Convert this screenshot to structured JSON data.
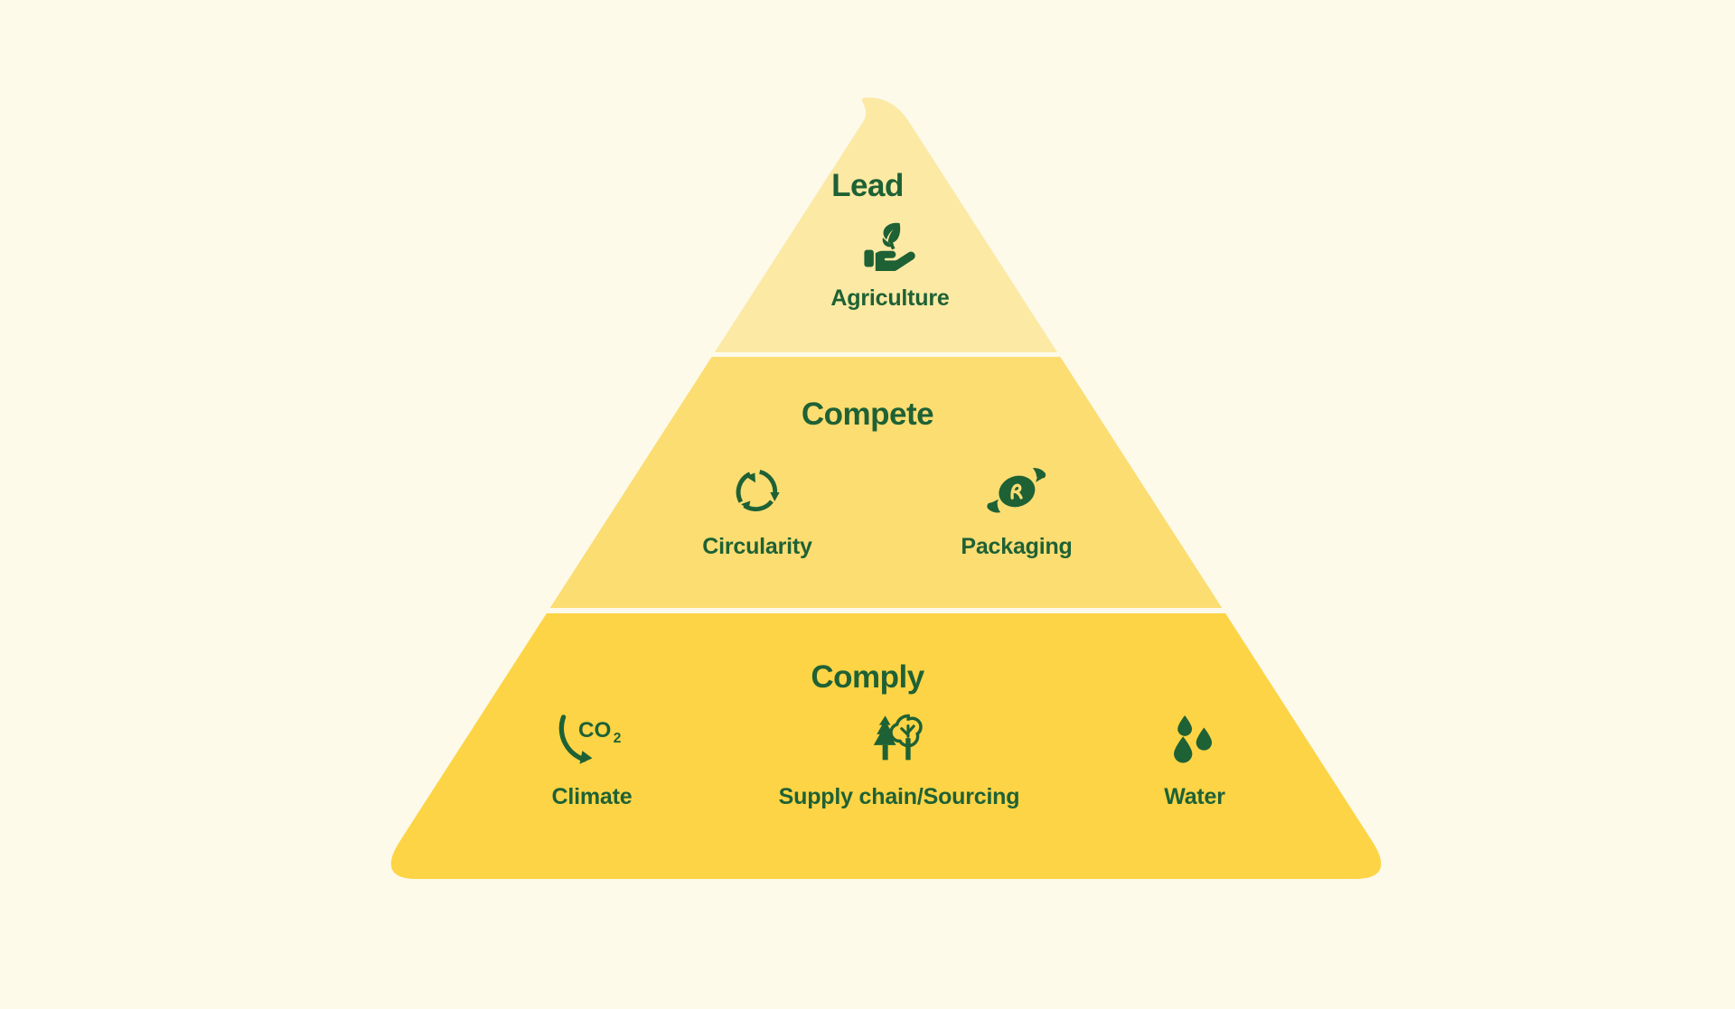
{
  "diagram": {
    "type": "pyramid",
    "shape_name": "three-tier-sustainability-pyramid",
    "background_color": "#FDFAEA",
    "text_color": "#1E6135",
    "tiers": [
      {
        "id": "lead",
        "title": "Lead",
        "level": 1,
        "position": "top",
        "fill_color": "#FCE9A4",
        "items": [
          {
            "label": "Agriculture",
            "icon": "hand-holding-plant-icon"
          }
        ]
      },
      {
        "id": "compete",
        "title": "Compete",
        "level": 2,
        "position": "middle",
        "fill_color": "#FCDD72",
        "items": [
          {
            "label": "Circularity",
            "icon": "circular-arrows-recycling-icon"
          },
          {
            "label": "Packaging",
            "icon": "wrapped-candy-icon"
          }
        ]
      },
      {
        "id": "comply",
        "title": "Comply",
        "level": 3,
        "position": "bottom",
        "fill_color": "#FDD445",
        "items": [
          {
            "label": "Climate",
            "icon": "co2-down-arrow-icon",
            "icon_text": "CO",
            "icon_subscript": "2"
          },
          {
            "label": "Supply chain/Sourcing",
            "icon": "two-trees-icon"
          },
          {
            "label": "Water",
            "icon": "three-water-droplets-icon"
          }
        ]
      }
    ]
  }
}
